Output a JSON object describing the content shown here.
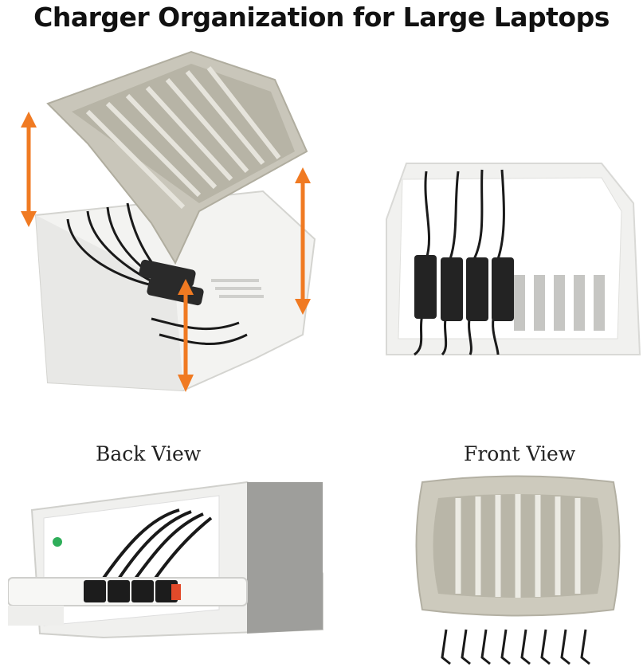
{
  "title": "Charger Organization for Large Laptops",
  "captions": {
    "back": "Back View",
    "front": "Front View"
  },
  "colors": {
    "accent_orange": "#f07a22",
    "tray_white": "#f2f2f0",
    "lid_gray": "#c9c6ba",
    "cable_black": "#1a1a1a"
  }
}
